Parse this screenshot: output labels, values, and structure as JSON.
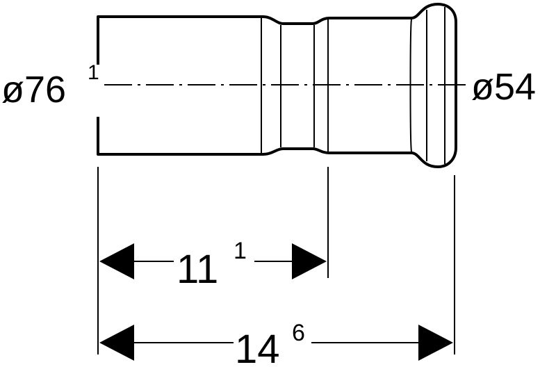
{
  "left_diameter": {
    "main": "ø76",
    "sup": "1"
  },
  "right_diameter": {
    "main": "ø54"
  },
  "short_dimension": {
    "main": "11",
    "sup": "1"
  },
  "long_dimension": {
    "main": "14",
    "sup": "6"
  }
}
